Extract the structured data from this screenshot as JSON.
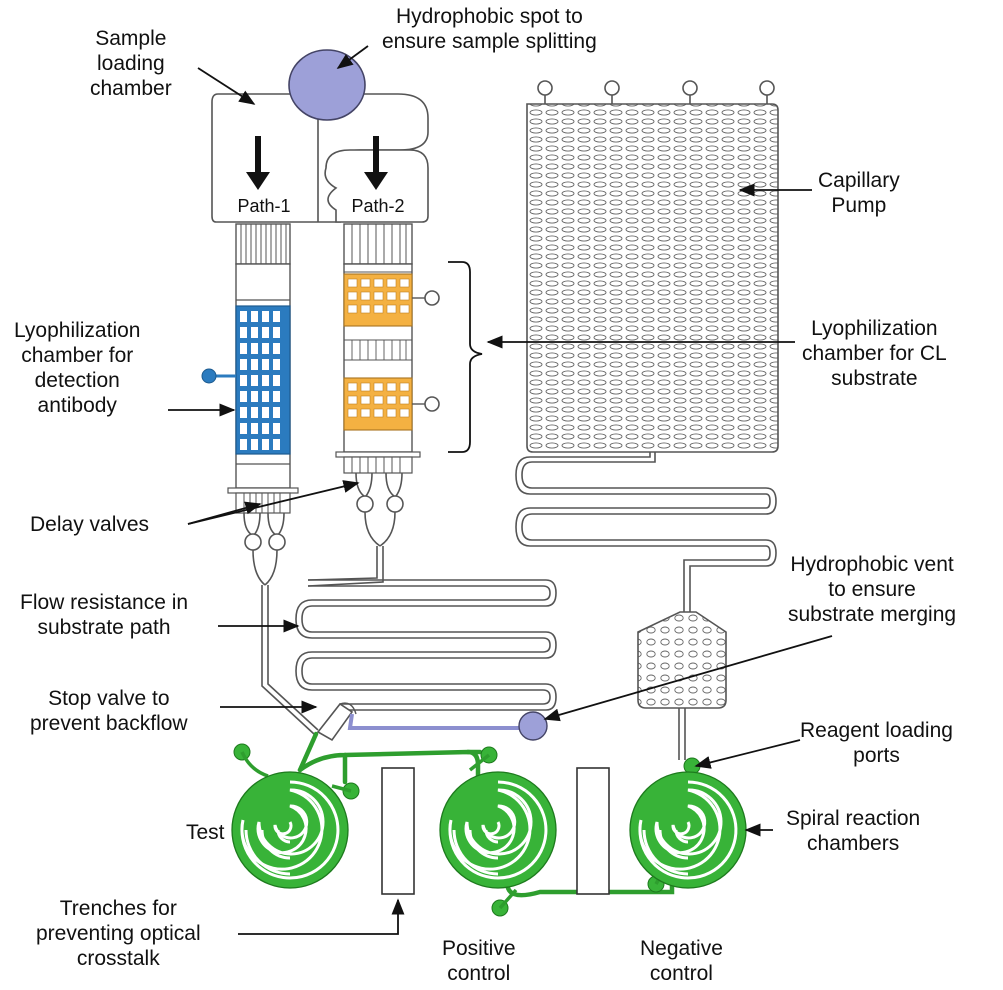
{
  "colors": {
    "hydrophobic": "#9da0d8",
    "detection": "#2b7bbf",
    "substrate": "#f4b142",
    "reaction": "#38b338",
    "ink": "#111111",
    "channel": "#555555"
  },
  "labels": {
    "hydrophobic_spot": [
      "Hydrophobic spot to",
      "ensure sample splitting"
    ],
    "sample_loading": [
      "Sample",
      "loading",
      "chamber"
    ],
    "path1": "Path-1",
    "path2": "Path-2",
    "capillary_pump": [
      "Capillary",
      "Pump"
    ],
    "lyo_detection": [
      "Lyophilization",
      "chamber for",
      "detection",
      "antibody"
    ],
    "lyo_cl": [
      "Lyophilization",
      "chamber for CL",
      "substrate"
    ],
    "delay_valves": "Delay valves",
    "flow_resistance": [
      "Flow resistance in",
      "substrate path"
    ],
    "hydrophobic_vent": [
      "Hydrophobic vent",
      "to ensure",
      "substrate merging"
    ],
    "stop_valve": [
      "Stop valve to",
      "prevent backflow"
    ],
    "reagent_ports": [
      "Reagent loading",
      "ports"
    ],
    "test": "Test",
    "spiral_chambers": [
      "Spiral reaction",
      "chambers"
    ],
    "trenches": [
      "Trenches for",
      "preventing optical",
      "crosstalk"
    ],
    "positive_control": [
      "Positive",
      "control"
    ],
    "negative_control": [
      "Negative",
      "control"
    ]
  }
}
